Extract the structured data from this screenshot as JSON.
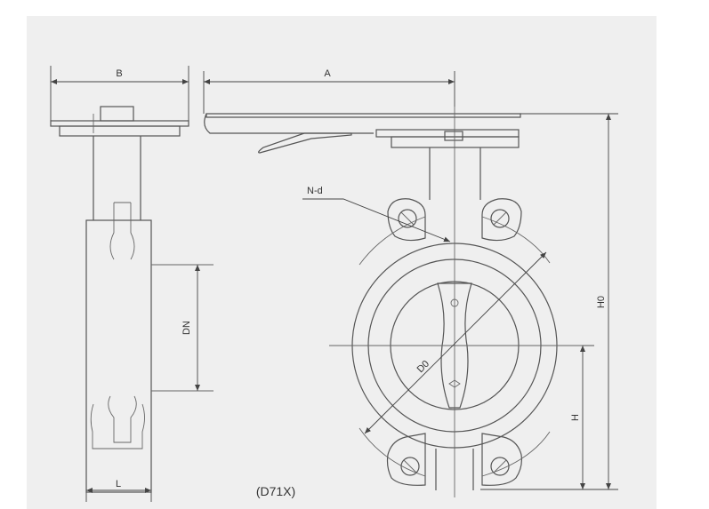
{
  "diagram": {
    "labels": {
      "b": "B",
      "a": "A",
      "nd": "N-d",
      "dn": "DN",
      "d0": "D0",
      "h0": "H0",
      "h": "H",
      "l": "L"
    },
    "model_code": "(D71X)"
  }
}
